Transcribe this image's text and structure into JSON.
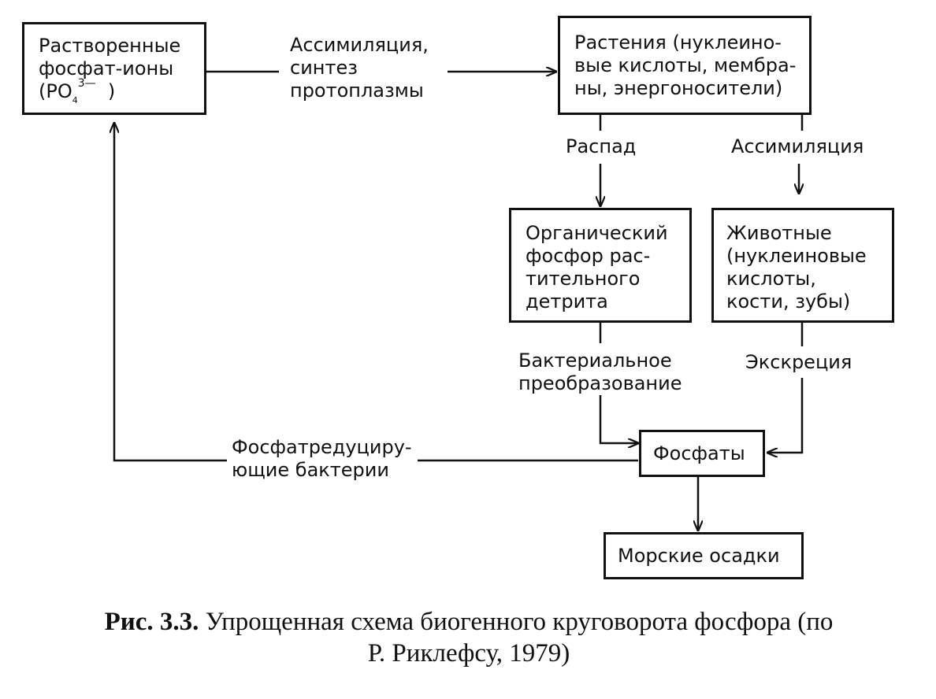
{
  "nodes": {
    "phosphate_ions": {
      "line1": "Растворенные",
      "line2": "фосфат-ионы",
      "formula_base": "(PO",
      "formula_sub": "4",
      "formula_sup": "3—",
      "formula_end": ")"
    },
    "plants": {
      "line1": "Растения (нуклеино-",
      "line2": "вые кислоты, мембра-",
      "line3": "ны, энергоносители)"
    },
    "organic_phosphorus": {
      "line1": "Органический",
      "line2": "фосфор рас-",
      "line3": "тительного",
      "line4": "детрита"
    },
    "animals": {
      "line1": "Животные",
      "line2": "(нуклеиновые",
      "line3": "кислоты,",
      "line4": "кости, зубы)"
    },
    "phosphates": {
      "label": "Фосфаты"
    },
    "marine_sediments": {
      "label": "Морские осадки"
    }
  },
  "edges": {
    "assimilation_synthesis": {
      "line1": "Ассимиляция,",
      "line2": "синтез",
      "line3": "протоплазмы"
    },
    "decay": {
      "label": "Распад"
    },
    "assimilation": {
      "label": "Ассимиляция"
    },
    "bacterial_conversion": {
      "line1": "Бактериальное",
      "line2": "преобразование"
    },
    "excretion": {
      "label": "Экскреция"
    },
    "phosphate_reducing": {
      "line1": "Фосфатредуциру-",
      "line2": "ющие бактерии"
    }
  },
  "caption": {
    "prefix": "Рис. 3.3.",
    "line1": "Упрощенная схема биогенного круговорота фосфора (по",
    "line2": "Р. Риклефсу, 1979)"
  }
}
